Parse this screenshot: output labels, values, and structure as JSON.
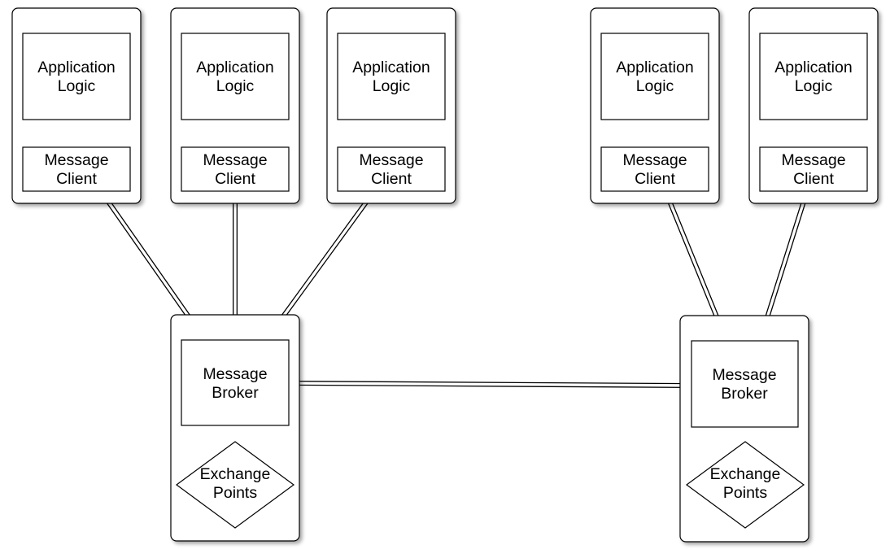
{
  "clients": [
    {
      "logic": [
        "Application",
        "Logic"
      ],
      "message": [
        "Message",
        "Client"
      ]
    },
    {
      "logic": [
        "Application",
        "Logic"
      ],
      "message": [
        "Message",
        "Client"
      ]
    },
    {
      "logic": [
        "Application",
        "Logic"
      ],
      "message": [
        "Message",
        "Client"
      ]
    },
    {
      "logic": [
        "Application",
        "Logic"
      ],
      "message": [
        "Message",
        "Client"
      ]
    },
    {
      "logic": [
        "Application",
        "Logic"
      ],
      "message": [
        "Message",
        "Client"
      ]
    }
  ],
  "brokers": [
    {
      "broker": [
        "Message",
        "Broker"
      ],
      "exchange": [
        "Exchange",
        "Points"
      ]
    },
    {
      "broker": [
        "Message",
        "Broker"
      ],
      "exchange": [
        "Exchange",
        "Points"
      ]
    }
  ]
}
